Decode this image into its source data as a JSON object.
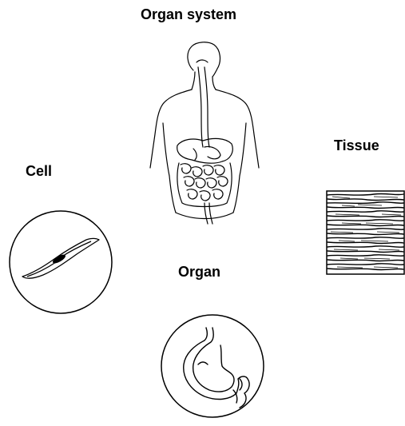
{
  "labels": {
    "organ_system": "Organ system",
    "tissue": "Tissue",
    "cell": "Cell",
    "organ": "Organ"
  },
  "illustrations": {
    "organ_system": "human-torso-digestive-system-icon",
    "tissue": "muscle-tissue-texture-icon",
    "cell": "muscle-cell-icon",
    "organ": "stomach-icon"
  },
  "colors": {
    "ink": "#000000",
    "background": "#ffffff"
  }
}
